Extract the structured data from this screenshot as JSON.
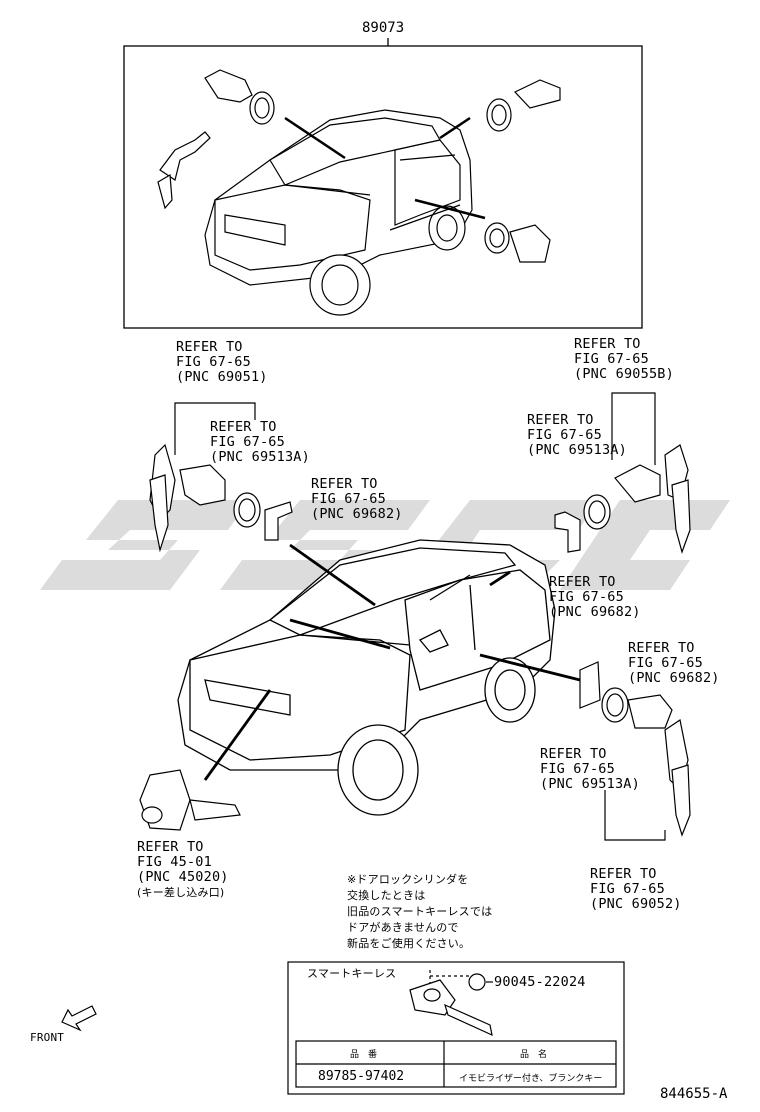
{
  "assembly_number": "89073",
  "callouts": {
    "rear_left_ref": {
      "l1": "REFER TO",
      "l2": "FIG 67-65",
      "l3": "(PNC 69051)"
    },
    "rear_left_ring_ref": {
      "l1": "REFER TO",
      "l2": "FIG 67-65",
      "l3": "(PNC 69513A)"
    },
    "rear_left_clip_ref": {
      "l1": "REFER TO",
      "l2": "FIG 67-65",
      "l3": "(PNC 69682)"
    },
    "right_top_ref": {
      "l1": "REFER TO",
      "l2": "FIG 67-65",
      "l3": "(PNC 69055B)"
    },
    "right_ring_ref": {
      "l1": "REFER TO",
      "l2": "FIG 67-65",
      "l3": "(PNC 69513A)"
    },
    "right_clip_ref": {
      "l1": "REFER TO",
      "l2": "FIG 67-65",
      "l3": "(PNC 69682)"
    },
    "front_clip_ref": {
      "l1": "REFER TO",
      "l2": "FIG 67-65",
      "l3": "(PNC 69682)"
    },
    "front_ring_ref": {
      "l1": "REFER TO",
      "l2": "FIG 67-65",
      "l3": "(PNC 69513A)"
    },
    "ignition_ref": {
      "l1": "REFER TO",
      "l2": "FIG 45-01",
      "l3": "(PNC 45020)",
      "l4": "(キー差し込み口)"
    },
    "front_key_ref": {
      "l1": "REFER TO",
      "l2": "FIG 67-65",
      "l3": "(PNC 69052)"
    }
  },
  "note": {
    "l1": "※ドアロックシリンダを",
    "l2": "交換したときは",
    "l3": "旧品のスマートキーレスでは",
    "l4": "ドアがあきませんので",
    "l5": "新品をご使用ください。"
  },
  "smart_key_box": {
    "title": "スマートキーレス",
    "part_callout": "90045-22024",
    "table_headers": [
      "品　番",
      "品　名"
    ],
    "table_rows": [
      [
        "89785-97402",
        "イモビライザー付き、ブランクキー"
      ]
    ]
  },
  "front_label": "FRONT",
  "figure_id": "844655-A",
  "colors": {
    "ink": "#000000",
    "watermark": "#d9d9d9"
  }
}
